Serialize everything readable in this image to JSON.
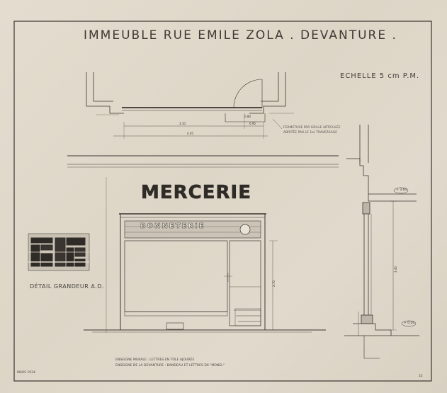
{
  "drawing": {
    "title": "IMMEUBLE RUE EMILE ZOLA . DEVANTURE .",
    "scale": "ECHELLE 5 cm P.M.",
    "plan_note": [
      "FERMETURE PAR GRILLE ARTICULÉE",
      "ABRITÉE PAR LE 1er TRAVERSAGE"
    ],
    "sign_main": "MERCERIE",
    "sign_band": "BONNETERIE",
    "detail_caption": "DÉTAIL GRANDEUR A.D.",
    "notes": [
      "ENSEIGNE MURALE : LETTRES EN TÔLE AJOURÉE",
      "ENSEIGNE DE LA DEVANTURE : BANDEAU ET LETTRES EN \"MONEL\""
    ],
    "date_stamp": "MARS 1934",
    "sheet_number": "22",
    "level_top": "+ 3.60",
    "level_bottom": "+ 0.20"
  }
}
